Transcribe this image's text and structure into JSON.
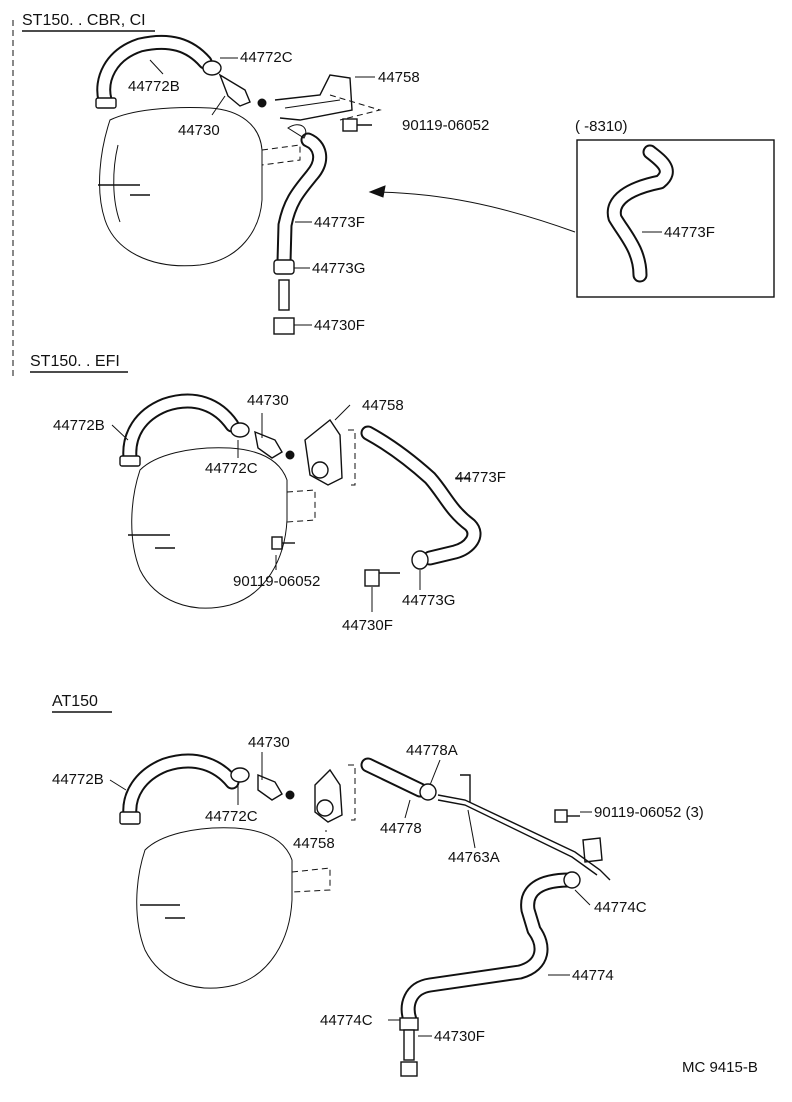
{
  "sections": [
    {
      "title": "ST150. . CBR, CI"
    },
    {
      "title": "ST150. . EFI"
    },
    {
      "title": "AT150"
    }
  ],
  "inset": {
    "label": "(      -8310)"
  },
  "callouts": {
    "s1": {
      "c44772c": "44772C",
      "c44772b": "44772B",
      "c44758": "44758",
      "c44730": "44730",
      "c90119": "90119-06052",
      "c44773f": "44773F",
      "c44773g": "44773G",
      "c44730f": "44730F",
      "c44773f_inset": "44773F"
    },
    "s2": {
      "c44730": "44730",
      "c44758": "44758",
      "c44772b": "44772B",
      "c44772c": "44772C",
      "c44773f": "44773F",
      "c90119": "90119-06052",
      "c44773g": "44773G",
      "c44730f": "44730F"
    },
    "s3": {
      "c44730": "44730",
      "c44778a": "44778A",
      "c44772b": "44772B",
      "c44772c": "44772C",
      "c44778": "44778",
      "c90119": "90119-06052 (3)",
      "c44758": "44758",
      "c44763a": "44763A",
      "c44774c_top": "44774C",
      "c44774": "44774",
      "c44774c_bot": "44774C",
      "c44730f": "44730F"
    }
  },
  "figure_code": "MC 9415-B"
}
